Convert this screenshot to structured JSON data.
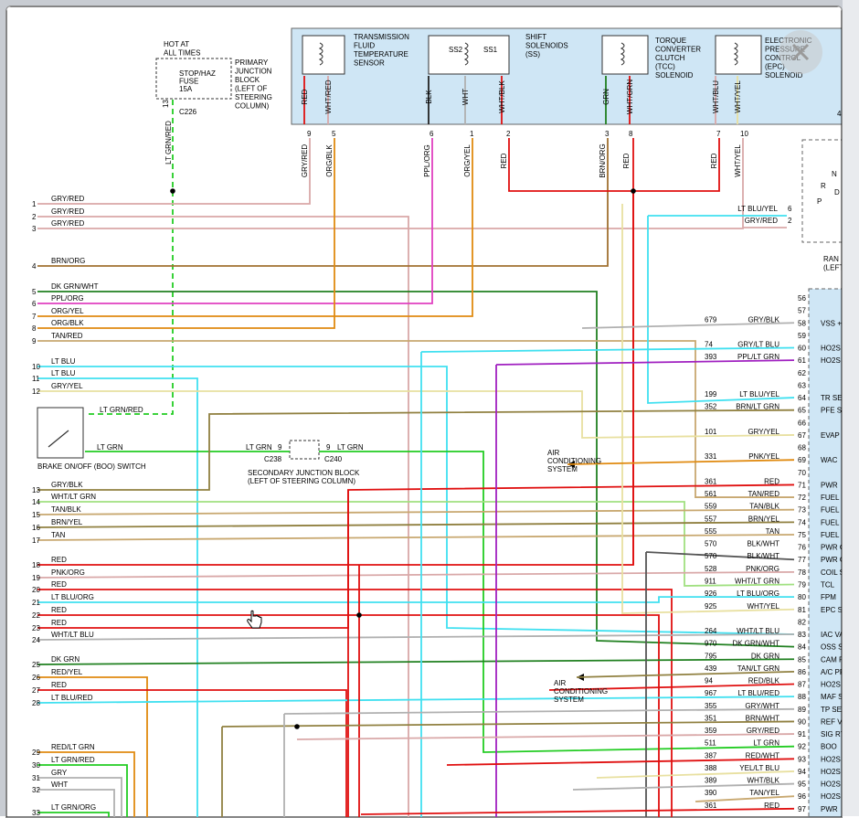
{
  "colors": {
    "gry_red": "#d9a8a8",
    "red": "#e01010",
    "green": "#22cc22",
    "orange": "#e08a10",
    "pink": "#e040c0",
    "cyan": "#40e0f0",
    "gray": "#b0b0b0",
    "yellowpale": "#e8e0a0",
    "brown": "#a07030",
    "olive": "#908040",
    "darkgreen": "#208020",
    "lgreen": "#a0e080",
    "purple": "#a020c0",
    "tan": "#c8a870",
    "pcm_bg": "#cfe6f5"
  },
  "top_components": {
    "hot_label": [
      "HOT AT",
      "ALL TIMES"
    ],
    "fuse_label": [
      "STOP/HAZ",
      "FUSE",
      "15A"
    ],
    "junction_label": [
      "PRIMARY",
      "JUNCTION",
      "BLOCK",
      "(LEFT OF",
      "STEERING",
      "COLUMN)"
    ],
    "connector_c226": "C226",
    "tfts_label": [
      "TRANSMISSION",
      "FLUID",
      "TEMPERATURE",
      "SENSOR"
    ],
    "ss_label": [
      "SHIFT",
      "SOLENOIDS",
      "(SS)"
    ],
    "ss2": "SS2",
    "ss1": "SS1",
    "tcc_label": [
      "TORQUE",
      "CONVERTER",
      "CLUTCH",
      "(TCC)",
      "SOLENOID"
    ],
    "epc_label": [
      "ELECTRONIC",
      "PRESSURE",
      "CONTROL",
      "(EPC)",
      "SOLENOID"
    ],
    "trans_wires": [
      {
        "label": "RED"
      },
      {
        "label": "WHT/RED"
      },
      {
        "label": "BLK"
      },
      {
        "label": "WHT"
      },
      {
        "label": "WHT/BLK"
      },
      {
        "label": "GRN"
      },
      {
        "label": "WHT/GRN"
      },
      {
        "label": "WHT/BLU"
      },
      {
        "label": "WHT/YEL"
      }
    ],
    "drop_wires": [
      {
        "pin": "9",
        "label": "GRY/RED"
      },
      {
        "pin": "5",
        "label": "ORG/BLK"
      },
      {
        "pin": "6",
        "label": "PPL/ORG"
      },
      {
        "pin": "1",
        "label": "ORG/YEL"
      },
      {
        "pin": "2",
        "label": "RED"
      },
      {
        "pin": "3",
        "label": "BRN/ORG"
      },
      {
        "pin": "8",
        "label": "RED"
      },
      {
        "pin": "7",
        "label": "RED"
      },
      {
        "pin": "10",
        "label": "WHT/YEL"
      }
    ],
    "c226_wire": {
      "pin": "13",
      "label": "LT GRN/RED"
    },
    "edge_4": "4",
    "trs_wires": [
      {
        "pin": "6",
        "label": "LT BLU/YEL"
      },
      {
        "pin": "2",
        "label": "GRY/RED"
      }
    ],
    "trs_letters": [
      "R",
      "N",
      "P",
      "D"
    ],
    "range_label": [
      "RAN",
      "(LEFT REAR OF"
    ]
  },
  "left_pins": [
    {
      "num": "1",
      "label": "GRY/RED"
    },
    {
      "num": "2",
      "label": "GRY/RED"
    },
    {
      "num": "3",
      "label": "GRY/RED"
    },
    {
      "num": "4",
      "label": "BRN/ORG"
    },
    {
      "num": "5",
      "label": "DK GRN/WHT"
    },
    {
      "num": "6",
      "label": "PPL/ORG"
    },
    {
      "num": "7",
      "label": "ORG/YEL"
    },
    {
      "num": "8",
      "label": "ORG/BLK"
    },
    {
      "num": "9",
      "label": "TAN/RED"
    },
    {
      "num": "10",
      "label": "LT BLU"
    },
    {
      "num": "11",
      "label": "LT BLU"
    },
    {
      "num": "12",
      "label": "GRY/YEL"
    },
    {
      "num": "13",
      "label": "GRY/BLK"
    },
    {
      "num": "14",
      "label": "WHT/LT GRN"
    },
    {
      "num": "15",
      "label": "TAN/BLK"
    },
    {
      "num": "16",
      "label": "BRN/YEL"
    },
    {
      "num": "17",
      "label": "TAN"
    },
    {
      "num": "18",
      "label": "RED"
    },
    {
      "num": "19",
      "label": "PNK/ORG"
    },
    {
      "num": "20",
      "label": "RED"
    },
    {
      "num": "21",
      "label": "LT BLU/ORG"
    },
    {
      "num": "22",
      "label": "RED"
    },
    {
      "num": "23",
      "label": "RED"
    },
    {
      "num": "24",
      "label": "WHT/LT BLU"
    },
    {
      "num": "25",
      "label": "DK GRN"
    },
    {
      "num": "26",
      "label": "RED/YEL"
    },
    {
      "num": "27",
      "label": "RED"
    },
    {
      "num": "28",
      "label": "LT BLU/RED"
    },
    {
      "num": "29",
      "label": "RED/LT GRN"
    },
    {
      "num": "30",
      "label": "LT GRN/RED"
    },
    {
      "num": "31",
      "label": "GRY"
    },
    {
      "num": "32",
      "label": "WHT"
    },
    {
      "num": "33",
      "label": "LT GRN/ORG"
    }
  ],
  "right_pins": [
    {
      "pin": "56",
      "circuit": "",
      "label": "",
      "fn": ""
    },
    {
      "pin": "57",
      "circuit": "",
      "label": "",
      "fn": ""
    },
    {
      "pin": "58",
      "circuit": "679",
      "label": "GRY/BLK",
      "fn": "VSS +"
    },
    {
      "pin": "59",
      "circuit": "",
      "label": "",
      "fn": ""
    },
    {
      "pin": "60",
      "circuit": "74",
      "label": "GRY/LT BLU",
      "fn": "HO2S"
    },
    {
      "pin": "61",
      "circuit": "393",
      "label": "PPL/LT GRN",
      "fn": "HO2S"
    },
    {
      "pin": "62",
      "circuit": "",
      "label": "",
      "fn": ""
    },
    {
      "pin": "63",
      "circuit": "",
      "label": "",
      "fn": ""
    },
    {
      "pin": "64",
      "circuit": "199",
      "label": "LT BLU/YEL",
      "fn": "TR SE"
    },
    {
      "pin": "65",
      "circuit": "352",
      "label": "BRN/LT GRN",
      "fn": "PFE S"
    },
    {
      "pin": "66",
      "circuit": "",
      "label": "",
      "fn": ""
    },
    {
      "pin": "67",
      "circuit": "101",
      "label": "GRY/YEL",
      "fn": "EVAP"
    },
    {
      "pin": "68",
      "circuit": "",
      "label": "",
      "fn": ""
    },
    {
      "pin": "69",
      "circuit": "331",
      "label": "PNK/YEL",
      "fn": "WAC"
    },
    {
      "pin": "70",
      "circuit": "",
      "label": "",
      "fn": ""
    },
    {
      "pin": "71",
      "circuit": "361",
      "label": "RED",
      "fn": "PWR"
    },
    {
      "pin": "72",
      "circuit": "561",
      "label": "TAN/RED",
      "fn": "FUEL"
    },
    {
      "pin": "73",
      "circuit": "559",
      "label": "TAN/BLK",
      "fn": "FUEL"
    },
    {
      "pin": "74",
      "circuit": "557",
      "label": "BRN/YEL",
      "fn": "FUEL"
    },
    {
      "pin": "75",
      "circuit": "555",
      "label": "TAN",
      "fn": "FUEL"
    },
    {
      "pin": "76",
      "circuit": "570",
      "label": "BLK/WHT",
      "fn": "PWR G"
    },
    {
      "pin": "77",
      "circuit": "570",
      "label": "BLK/WHT",
      "fn": "PWR G"
    },
    {
      "pin": "78",
      "circuit": "528",
      "label": "PNK/ORG",
      "fn": "COIL S"
    },
    {
      "pin": "79",
      "circuit": "911",
      "label": "WHT/LT GRN",
      "fn": "TCL"
    },
    {
      "pin": "80",
      "circuit": "926",
      "label": "LT BLU/ORG",
      "fn": "FPM"
    },
    {
      "pin": "81",
      "circuit": "925",
      "label": "WHT/YEL",
      "fn": "EPC S"
    },
    {
      "pin": "82",
      "circuit": "",
      "label": "",
      "fn": ""
    },
    {
      "pin": "83",
      "circuit": "264",
      "label": "WHT/LT BLU",
      "fn": "IAC VA"
    },
    {
      "pin": "84",
      "circuit": "970",
      "label": "DK GRN/WHT",
      "fn": "OSS S"
    },
    {
      "pin": "85",
      "circuit": "795",
      "label": "DK GRN",
      "fn": "CAM P"
    },
    {
      "pin": "86",
      "circuit": "439",
      "label": "TAN/LT GRN",
      "fn": "A/C PR"
    },
    {
      "pin": "87",
      "circuit": "94",
      "label": "RED/BLK",
      "fn": "HO2S"
    },
    {
      "pin": "88",
      "circuit": "967",
      "label": "LT BLU/RED",
      "fn": "MAF S"
    },
    {
      "pin": "89",
      "circuit": "355",
      "label": "GRY/WHT",
      "fn": "TP SE"
    },
    {
      "pin": "90",
      "circuit": "351",
      "label": "BRN/WHT",
      "fn": "REF V"
    },
    {
      "pin": "91",
      "circuit": "359",
      "label": "GRY/RED",
      "fn": "SIG RT"
    },
    {
      "pin": "92",
      "circuit": "511",
      "label": "LT GRN",
      "fn": "BOO"
    },
    {
      "pin": "93",
      "circuit": "387",
      "label": "RED/WHT",
      "fn": "HO2S"
    },
    {
      "pin": "94",
      "circuit": "388",
      "label": "YEL/LT BLU",
      "fn": "HO2S"
    },
    {
      "pin": "95",
      "circuit": "389",
      "label": "WHT/BLK",
      "fn": "HO2S"
    },
    {
      "pin": "96",
      "circuit": "390",
      "label": "TAN/YEL",
      "fn": "HO2S"
    },
    {
      "pin": "97",
      "circuit": "361",
      "label": "RED",
      "fn": "PWR"
    }
  ],
  "mid_components": {
    "boo_wire_top": "LT GRN/RED",
    "boo_wire_bottom": "LT GRN",
    "boo_label": "BRAKE ON/OFF (BOO) SWITCH",
    "c238_wire": "LT GRN",
    "c238_pin": "9",
    "c238": "C238",
    "c240_pin": "9",
    "c240_wire": "LT GRN",
    "c240": "C240",
    "sjb_label": [
      "SECONDARY JUNCTION BLOCK",
      "(LEFT OF STEERING COLUMN)"
    ],
    "ac1_label": [
      "AIR",
      "CONDITIONING",
      "SYSTEM"
    ],
    "ac2_label": [
      "AIR",
      "CONDITIONING",
      "SYSTEM"
    ]
  }
}
